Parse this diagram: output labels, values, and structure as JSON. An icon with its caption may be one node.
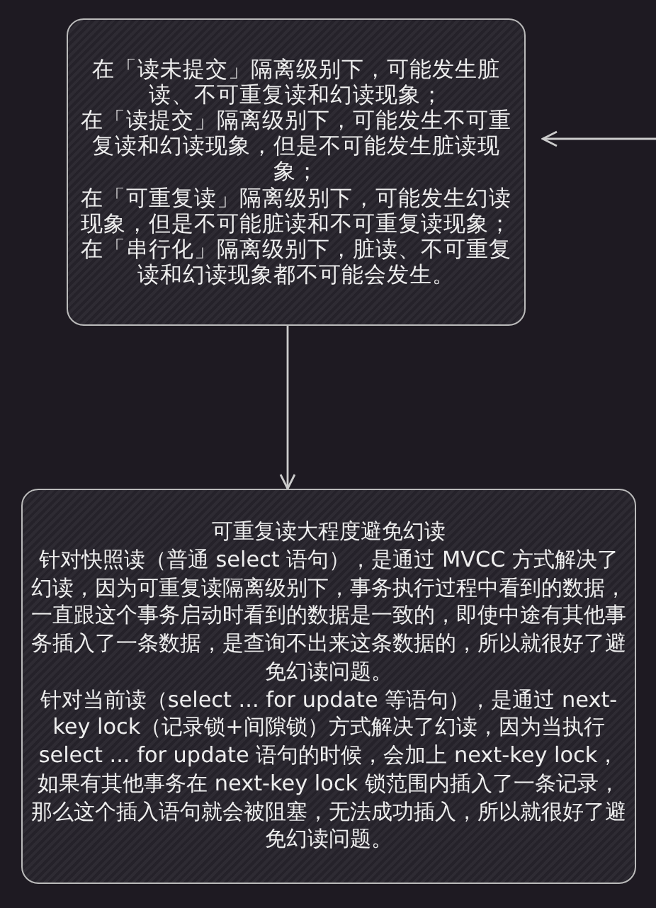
{
  "diagram": {
    "nodes": [
      {
        "text": [
          "在「读未提交」隔离级别下，可能发生脏读、不可重复读和幻读现象；",
          "在「读提交」隔离级别下，可能发生不可重复读和幻读现象，但是不可能发生脏读现象；",
          "在「可重复读」隔离级别下，可能发生幻读现象，但是不可能脏读和不可重复读现象；",
          "在「串行化」隔离级别下，脏读、不可重复读和幻读现象都不可能会发生。"
        ]
      },
      {
        "text": [
          "可重复读大程度避免幻读",
          "针对快照读（普通 select 语句），是通过 MVCC 方式解决了幻读，因为可重复读隔离级别下，事务执行过程中看到的数据，一直跟这个事务启动时看到的数据是一致的，即使中途有其他事务插入了一条数据，是查询不出来这条数据的，所以就很好了避免幻读问题。",
          "针对当前读（select ... for update 等语句），是通过 next-key lock（记录锁+间隙锁）方式解决了幻读，因为当执行 select ... for update 语句的时候，会加上 next-key lock，如果有其他事务在 next-key lock 锁范围内插入了一条记录，那么这个插入语句就会被阻塞，无法成功插入，所以就很好了避免幻读问题。"
        ]
      }
    ],
    "edges": [
      {
        "from": null,
        "to": 0,
        "arrow": "to"
      },
      {
        "from": 0,
        "to": 1,
        "arrow": "to"
      }
    ]
  }
}
